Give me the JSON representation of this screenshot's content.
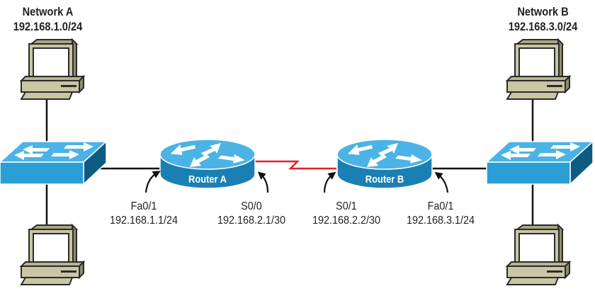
{
  "networks": [
    {
      "name": "Network A",
      "subnet": "192.168.1.0/24"
    },
    {
      "name": "Network B",
      "subnet": "192.168.3.0/24"
    }
  ],
  "routers": [
    {
      "name": "Router A"
    },
    {
      "name": "Router B"
    }
  ],
  "interfaces": [
    {
      "name": "Fa0/1",
      "ip": "192.168.1.1/24"
    },
    {
      "name": "S0/0",
      "ip": "192.168.2.1/30"
    },
    {
      "name": "S0/1",
      "ip": "192.168.2.2/30"
    },
    {
      "name": "Fa0/1",
      "ip": "192.168.3.1/24"
    }
  ],
  "colors": {
    "device_blue": "#2a9fd6",
    "device_top": "#4bb3e6",
    "device_dark": "#0d5c82",
    "pc_beige": "#c8c6a4",
    "serial_link": "#e0202a",
    "ethernet_link": "#111111"
  }
}
